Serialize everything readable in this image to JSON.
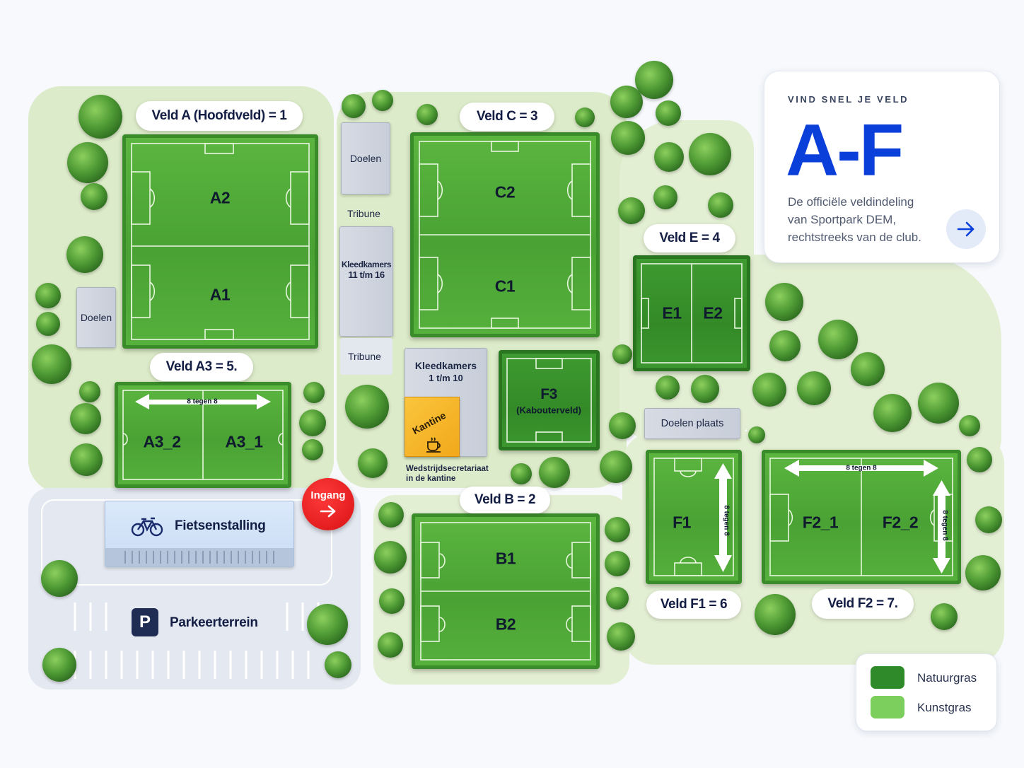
{
  "info_card": {
    "kicker": "VIND SNEL JE VELD",
    "headline": "A-F",
    "description_lines": [
      "De officiële veldindeling",
      "van Sportpark DEM,",
      "rechtstreeks van de club."
    ]
  },
  "field_labels": {
    "veld_a": "Veld A (Hoofdveld) = 1",
    "veld_c": "Veld C = 3",
    "veld_e": "Veld E = 4",
    "veld_a3": "Veld A3 = 5.",
    "veld_b": "Veld B = 2",
    "veld_f1": "Veld F1 = 6",
    "veld_f2": "Veld F2 = 7."
  },
  "field_parts": {
    "a2": "A2",
    "a1": "A1",
    "c2": "C2",
    "c1": "C1",
    "e1": "E1",
    "e2": "E2",
    "a3_2": "A3_2",
    "a3_1": "A3_1",
    "f3": "F3",
    "f3_sub": "(Kabouterveld)",
    "b1": "B1",
    "b2": "B2",
    "f1": "F1",
    "f2_1": "F2_1",
    "f2_2": "F2_2"
  },
  "small_sided": "8 tegen 8",
  "buildings": {
    "doelen_top": "Doelen",
    "tribune_top": "Tribune",
    "kleedkamers_11": [
      "Kleedkamers",
      "11 t/m 16"
    ],
    "tribune_bottom": "Tribune",
    "doelen_left": "Doelen",
    "kleedkamers_1": [
      "Kleedkamers",
      "1 t/m 10"
    ],
    "kantine": "Kantine",
    "secretariaat": [
      "Wedstrijdsecretariaat",
      "in de kantine"
    ],
    "doelen_plaats": "Doelen plaats"
  },
  "facilities": {
    "bike": "Fietsenstalling",
    "parking": "Parkeerterrein",
    "parking_letter": "P",
    "entrance": "Ingang"
  },
  "legend": [
    {
      "label": "Natuurgras",
      "color": "#2f8a2a"
    },
    {
      "label": "Kunstgras",
      "color": "#7ccf5c"
    }
  ],
  "colors": {
    "accent": "#0b3fd9",
    "entrance": "#e0181b",
    "kantine": "#f6b21f"
  }
}
